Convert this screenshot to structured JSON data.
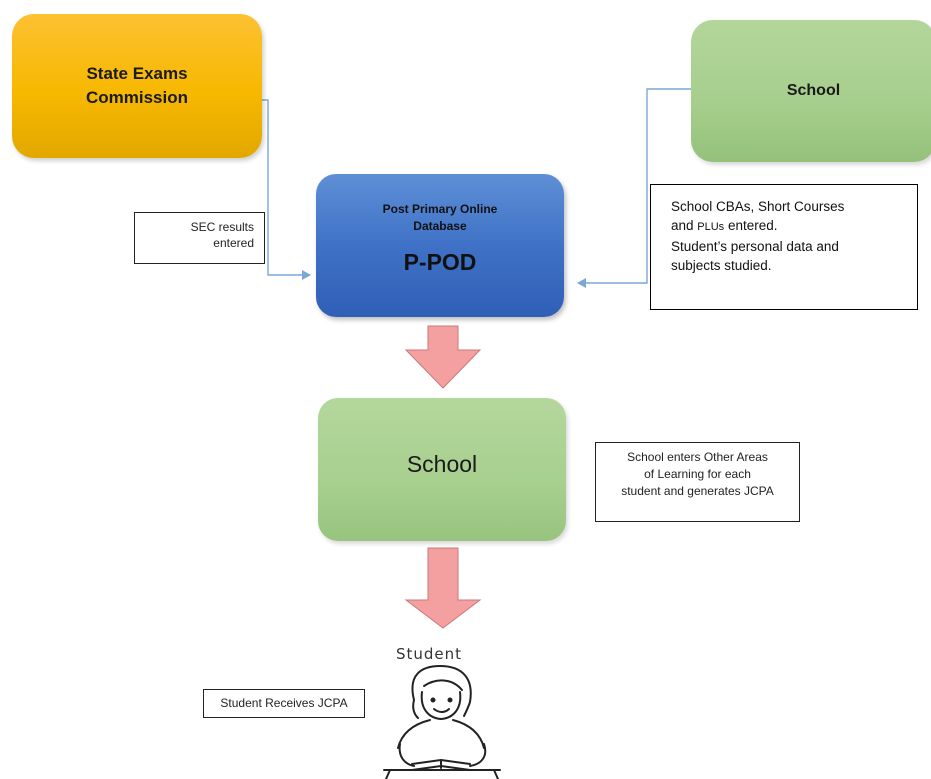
{
  "nodes": {
    "sec": {
      "line1": "State Exams",
      "line2": "Commission"
    },
    "school_top": {
      "label": "School"
    },
    "ppod": {
      "subtitle_line1": "Post Primary Online",
      "subtitle_line2": "Database",
      "title": "P-POD"
    },
    "school_mid": {
      "label": "School"
    },
    "student": {
      "label": "Student"
    }
  },
  "notes": {
    "sec_results": {
      "line1": "SEC results",
      "line2": "entered"
    },
    "school_data": {
      "line1": "School CBAs, Short Courses",
      "line2_pre": "and ",
      "line2_caps": "PLUs",
      "line2_post": " entered.",
      "line3": "Student’s personal data and",
      "line4": "subjects studied."
    },
    "other_areas": {
      "line1": "School enters Other Areas",
      "line2": "of Learning for each",
      "line3": "student and generates JCPA"
    },
    "student_receives": {
      "text": "Student Receives JCPA"
    }
  },
  "colors": {
    "sec_fill": "#f7b800",
    "school_fill": "#a9d08e",
    "ppod_fill": "#3f72c7",
    "connector": "#7aa7d8",
    "flow_arrow": "#f4a0a0"
  },
  "icons": {
    "student": "student-reading-icon"
  }
}
